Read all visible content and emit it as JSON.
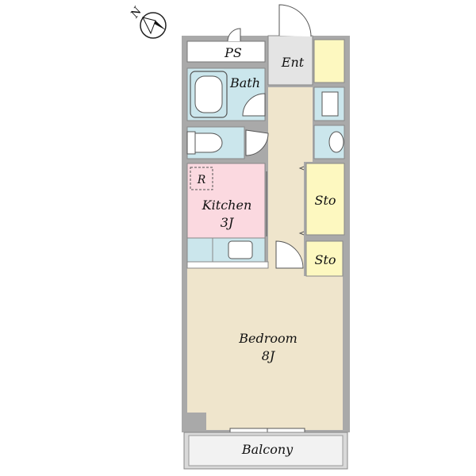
{
  "compass": {
    "north_label": "N",
    "icon": "compass-icon"
  },
  "rooms": {
    "ps": "PS",
    "bath": "Bath",
    "entrance": "Ent",
    "kitchen": {
      "name": "Kitchen",
      "size": "3J",
      "fridge": "R"
    },
    "storage_1": "Sto",
    "storage_2": "Sto",
    "bedroom": {
      "name": "Bedroom",
      "size": "8J"
    },
    "balcony": "Balcony"
  },
  "colors": {
    "wall": "#a9a9a9",
    "floor": "#efe5cc",
    "wet_area": "#cbe6ec",
    "kitchen": "#fbd9e0",
    "storage": "#fdf8c0",
    "entrance": "#e4e4e4",
    "balcony": "#f2f2f2"
  }
}
